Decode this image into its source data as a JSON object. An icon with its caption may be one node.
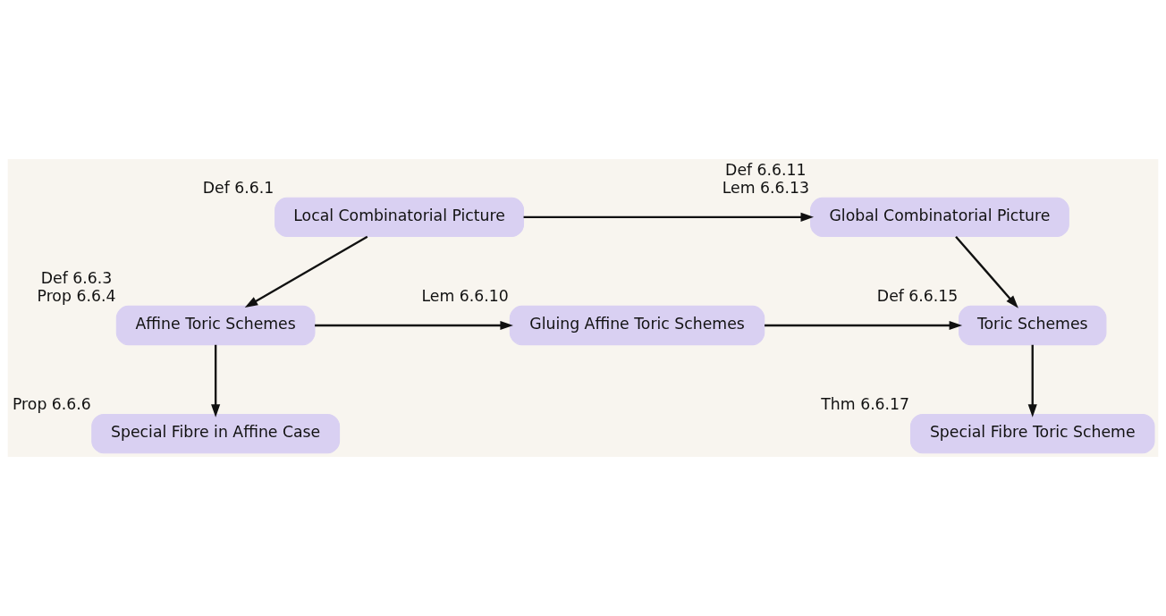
{
  "diagram": {
    "nodes": [
      {
        "text": [
          "Local Combinatorial Picture"
        ],
        "beside": [
          "Def 6.6.1"
        ]
      },
      {
        "text": [
          "Global Combinatorial Picture"
        ],
        "beside": [
          "Def 6.6.11",
          "Lem 6.6.13"
        ]
      },
      {
        "text": [
          "Affine Toric Schemes"
        ],
        "beside": [
          "Def 6.6.3",
          "Prop 6.6.4"
        ]
      },
      {
        "text": [
          "Gluing Affine Toric Schemes"
        ],
        "beside": [
          "Lem 6.6.10"
        ]
      },
      {
        "text": [
          "Toric Schemes"
        ],
        "beside": [
          "Def 6.6.15"
        ]
      },
      {
        "text": [
          "Special Fibre in Affine Case"
        ],
        "beside": [
          "Prop 6.6.6"
        ]
      },
      {
        "text": [
          "Special Fibre Toric Scheme"
        ],
        "beside": [
          "Thm 6.6.17"
        ]
      }
    ],
    "edges": [
      {
        "from": 0,
        "to": 1,
        "arrow": "to"
      },
      {
        "from": 0,
        "to": 2,
        "arrow": "to"
      },
      {
        "from": 1,
        "to": 4,
        "arrow": "to"
      },
      {
        "from": 2,
        "to": 3,
        "arrow": "to"
      },
      {
        "from": 3,
        "to": 4,
        "arrow": "to"
      },
      {
        "from": 2,
        "to": 5,
        "arrow": "to"
      },
      {
        "from": 4,
        "to": 6,
        "arrow": "to"
      }
    ]
  }
}
